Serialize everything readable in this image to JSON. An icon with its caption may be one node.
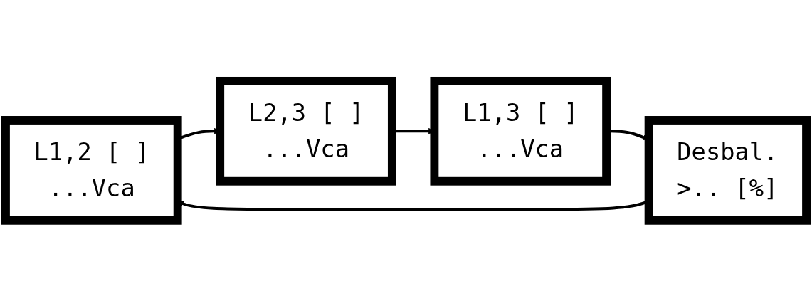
{
  "diagram": {
    "nodes": [
      {
        "text": [
          "L1,2 [ ]",
          "...Vca"
        ]
      },
      {
        "text": [
          "L2,3 [ ]",
          "...Vca"
        ]
      },
      {
        "text": [
          "L1,3 [ ]",
          "...Vca"
        ]
      },
      {
        "text": [
          "Desbal.",
          ">.. [%]"
        ]
      }
    ],
    "edges": [
      {
        "from": 0,
        "to": 1,
        "arrow": "to"
      },
      {
        "from": 1,
        "to": 2,
        "arrow": "to"
      },
      {
        "from": 2,
        "to": 3,
        "arrow": "to"
      },
      {
        "from": 3,
        "to": 0,
        "arrow": "to"
      }
    ]
  }
}
